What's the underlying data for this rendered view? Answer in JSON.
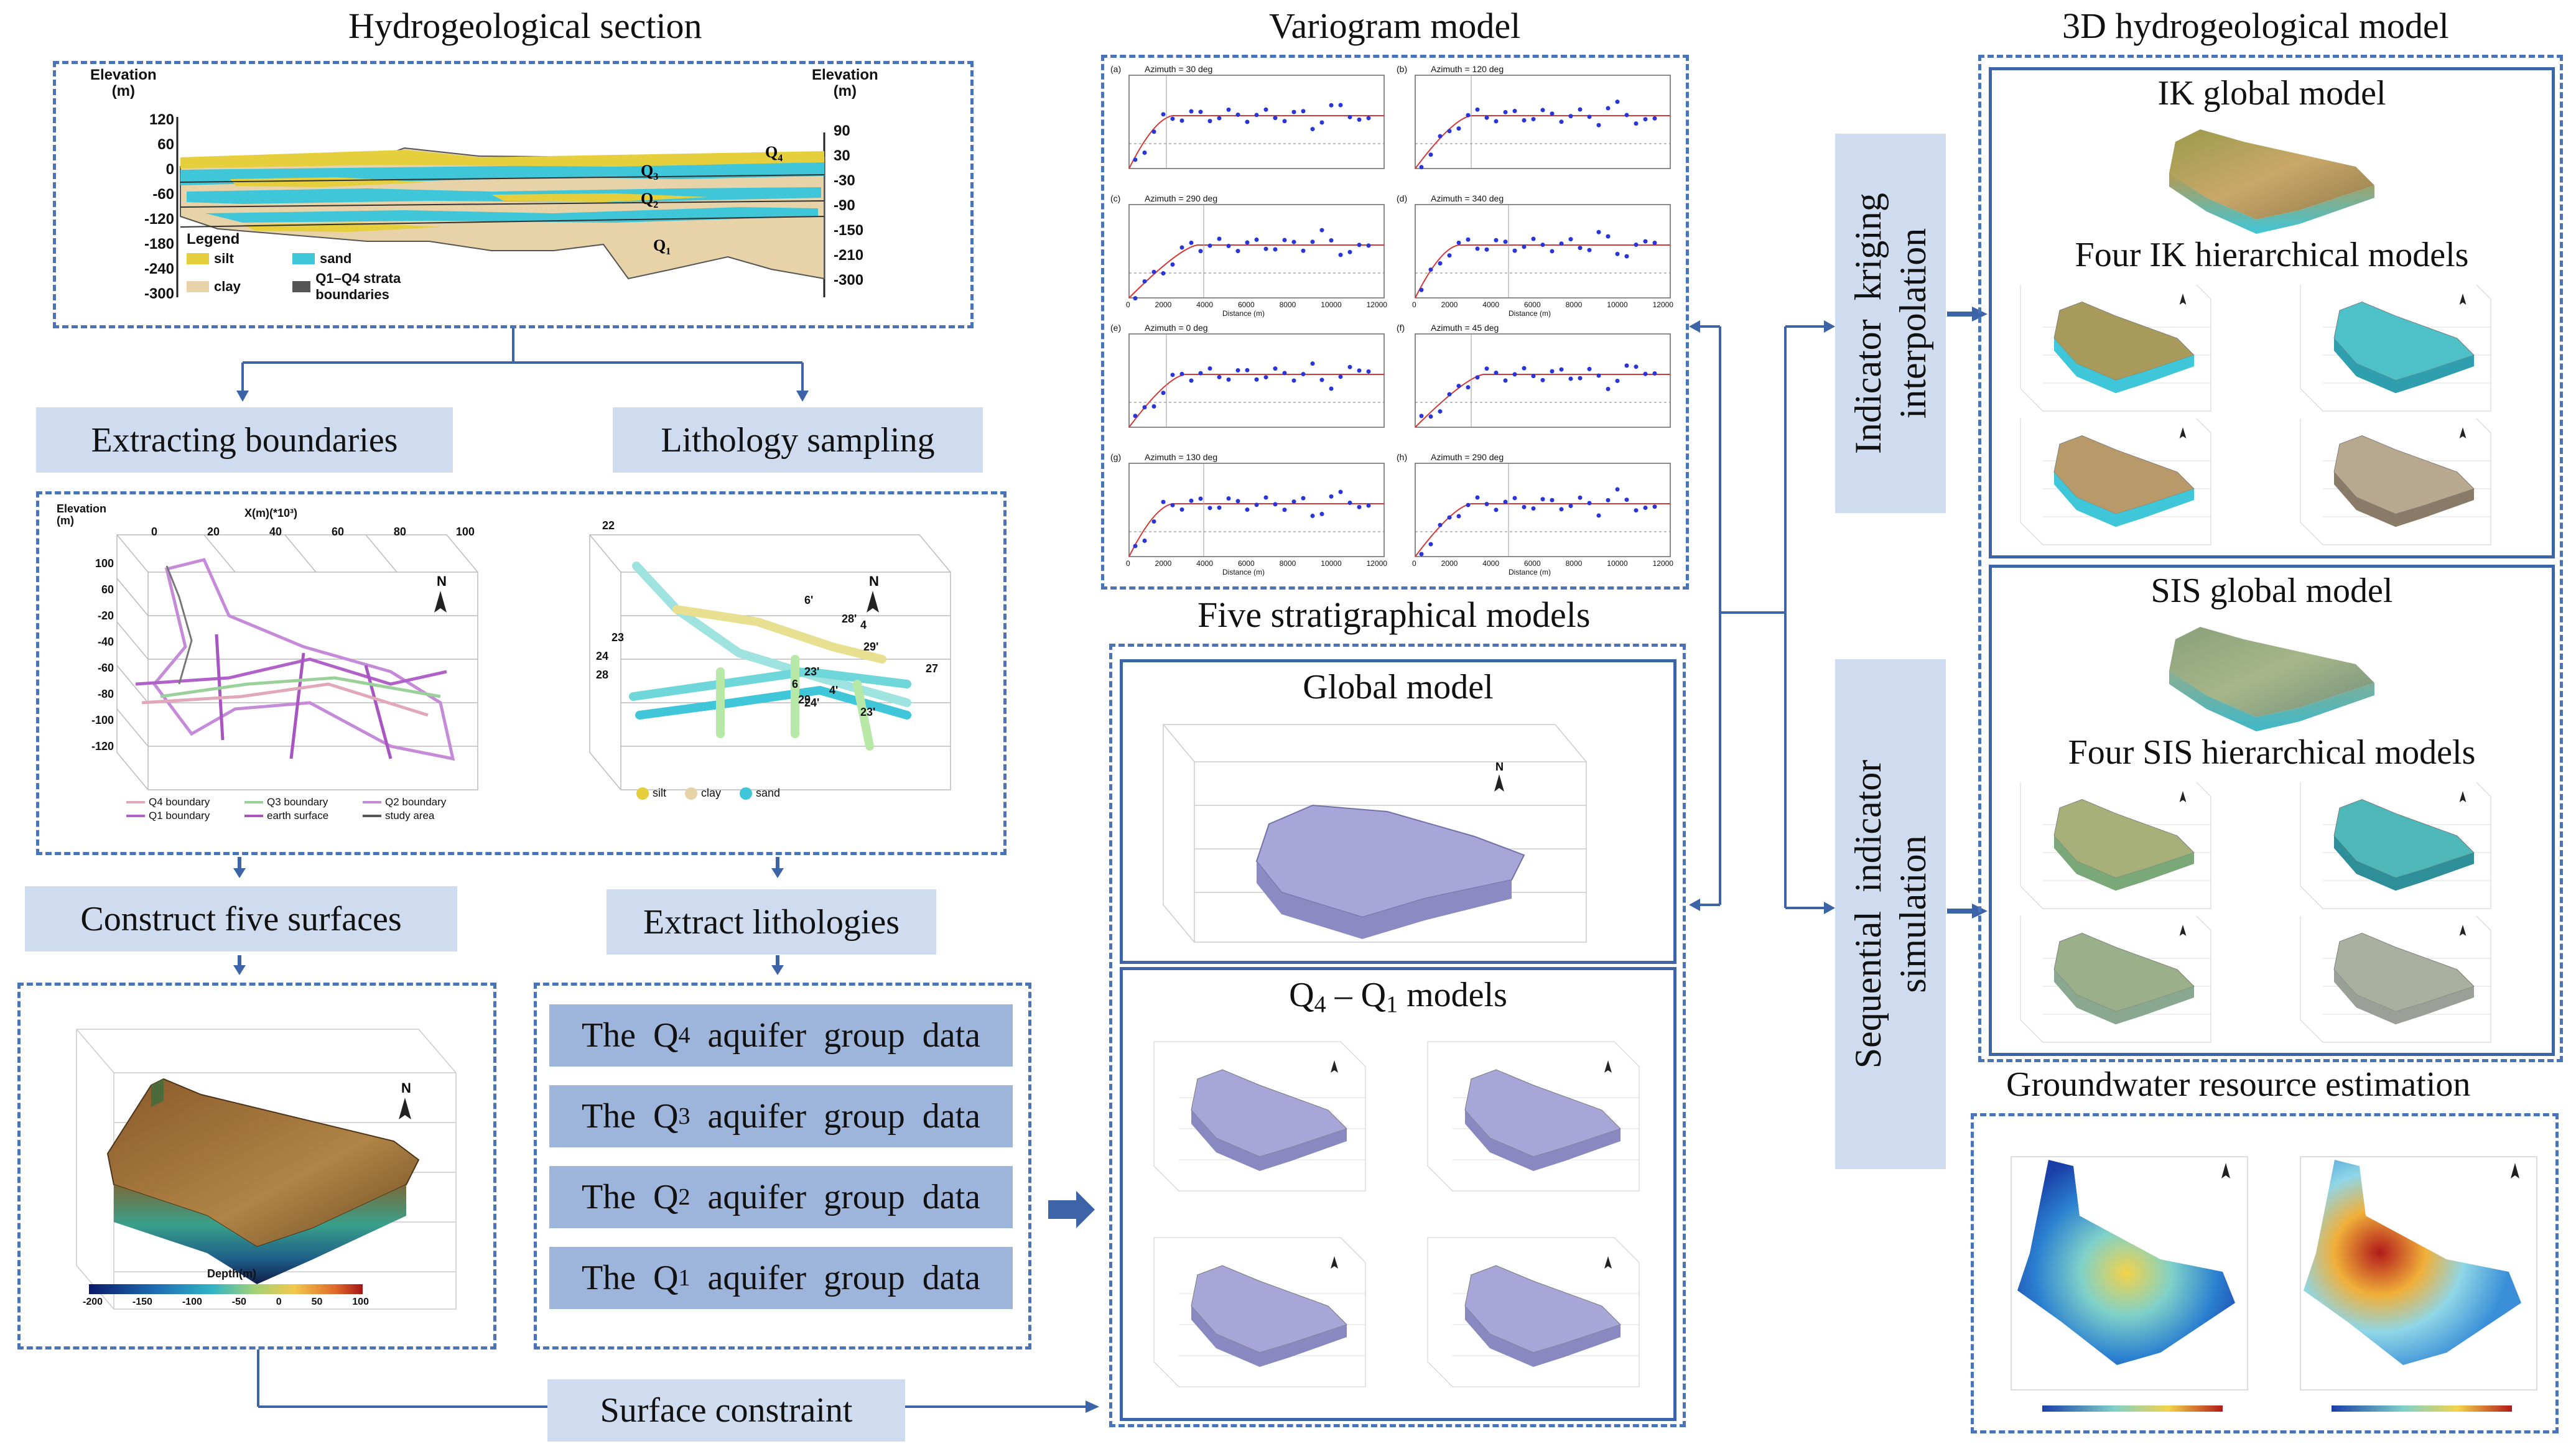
{
  "titles": {
    "hydro_section": "Hydrogeological  section",
    "variogram": "Variogram  model",
    "model3d": "3D hydrogeological  model",
    "five_strat": "Five  stratigraphical  models",
    "global_model": "Global   model",
    "q_models_pre": "Q",
    "q_models_sub1": "4",
    "q_models_mid": " – Q",
    "q_models_sub2": "1",
    "q_models_post": "  models",
    "ik_global": "IK  global   model",
    "ik_four": "Four  IK  hierarchical  models",
    "sis_global": "SIS  global  model",
    "sis_four": "Four  SIS  hierarchical  models",
    "gw": "Groundwater  resource  estimation"
  },
  "steps": {
    "extract_boundaries": "Extracting  boundaries",
    "lithology_sampling": "Lithology  sampling",
    "construct_surfaces": "Construct  five  surfaces",
    "extract_lithologies": "Extract  lithologies",
    "surface_constraint": "Surface  constraint",
    "ik_interp": "Indicator  kriging\ninterpolation",
    "sis": "Sequential  indicator\nsimulation"
  },
  "aquifers": [
    {
      "pre": "The  Q",
      "sub": "4",
      "post": "  aquifer  group  data"
    },
    {
      "pre": "The  Q",
      "sub": "3",
      "post": "  aquifer  group  data"
    },
    {
      "pre": "The  Q",
      "sub": "2",
      "post": "  aquifer  group  data"
    },
    {
      "pre": "The  Q",
      "sub": "1",
      "post": "  aquifer  group  data"
    }
  ],
  "section": {
    "left_axis_title": "Elevation\n(m)",
    "right_axis_title": "Elevation\n(m)",
    "left_ticks": [
      "120",
      "60",
      "0",
      "-60",
      "-120",
      "-180",
      "-240",
      "-300"
    ],
    "right_ticks": [
      "90",
      "30",
      "-30",
      "-90",
      "-150",
      "-210",
      "-300"
    ],
    "legend_title": "Legend",
    "legend": [
      {
        "label": "silt",
        "color": "#e5cf3c"
      },
      {
        "label": "sand",
        "color": "#3fc6d8"
      },
      {
        "label": "clay",
        "color": "#e8d2a8"
      },
      {
        "label": "Q1–Q4  strata boundaries",
        "color": "#555555"
      }
    ],
    "strata_labels": [
      "Q4",
      "Q3",
      "Q2",
      "Q1"
    ]
  },
  "variogram": {
    "panels": [
      {
        "tag": "(a)",
        "label": "Azimuth = 30 deg"
      },
      {
        "tag": "(b)",
        "label": "Azimuth = 120 deg"
      },
      {
        "tag": "(c)",
        "label": "Azimuth = 290 deg"
      },
      {
        "tag": "(d)",
        "label": "Azimuth = 340 deg"
      },
      {
        "tag": "(e)",
        "label": "Azimuth = 0 deg"
      },
      {
        "tag": "(f)",
        "label": "Azimuth = 45 deg"
      },
      {
        "tag": "(g)",
        "label": "Azimuth = 130 deg"
      },
      {
        "tag": "(h)",
        "label": "Azimuth = 290 deg"
      }
    ],
    "x_ticks": [
      "0",
      "2000",
      "4000",
      "6000",
      "8000",
      "10000",
      "12000"
    ],
    "x_label": "Distance (m)"
  },
  "boundary3d": {
    "elev_title": "Elevation\n(m)",
    "x_title": "X(m)(*10³)",
    "x_ticks": [
      "0",
      "20",
      "40",
      "60",
      "80",
      "100"
    ],
    "z_ticks": [
      "100",
      "60",
      "-20",
      "-40",
      "-60",
      "-80",
      "-100",
      "-120"
    ],
    "legend": [
      "Q4 boundary",
      "Q3 boundary",
      "Q2 boundary",
      "Q1 boundary",
      "earth surface",
      "study area"
    ]
  },
  "litho3d": {
    "legend": [
      "silt",
      "clay",
      "sand"
    ],
    "wells": [
      "22",
      "6'",
      "28'",
      "4",
      "23",
      "29'",
      "24",
      "23'",
      "28",
      "27",
      "6",
      "29",
      "4'",
      "24'",
      "23'"
    ]
  },
  "surface": {
    "depth_label": "Depth(m)",
    "depth_ticks": [
      "-200",
      "-150",
      "-100",
      "-50",
      "0",
      "50",
      "100"
    ]
  },
  "colors": {
    "dash_border": "#4a74b8",
    "step_fill": "#cfdcef",
    "aquifer_fill": "#9eb5db",
    "arrow": "#3d63a8"
  }
}
